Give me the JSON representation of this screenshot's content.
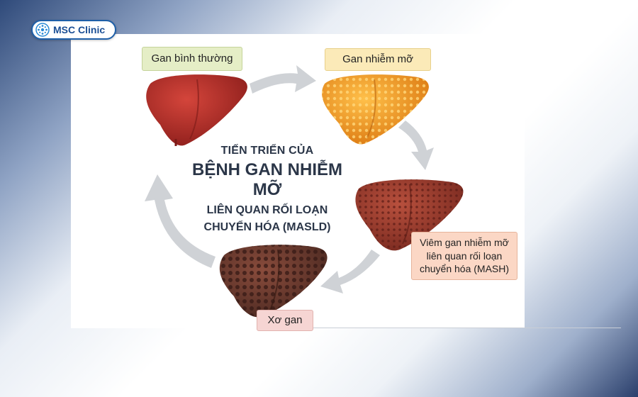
{
  "logo": {
    "text": "MSC Clinic",
    "brand_color": "#1e5fa8"
  },
  "title": {
    "line1": "TIẾN TRIỂN CỦA",
    "line2": "BỆNH GAN NHIỄM MỠ",
    "line3": "LIÊN QUAN RỐI LOẠN",
    "line4": "CHUYỂN HÓA (MASLD)"
  },
  "stages": [
    {
      "label": "Gan bình thường",
      "color": "#b8302a"
    },
    {
      "label": "Gan nhiễm mỡ",
      "color": "#ef9a1e"
    },
    {
      "label": "Viêm gan nhiễm mỡ liên quan rối loạn chuyển hóa (MASH)",
      "label_lines": [
        "Viêm gan nhiễm mỡ",
        "liên quan rối loạn",
        "chuyển hóa (MASH)"
      ],
      "color": "#9a3a2c"
    },
    {
      "label": "Xơ gan",
      "color": "#6b3a2e"
    }
  ],
  "colors": {
    "arrow": "#cfd2d6"
  }
}
